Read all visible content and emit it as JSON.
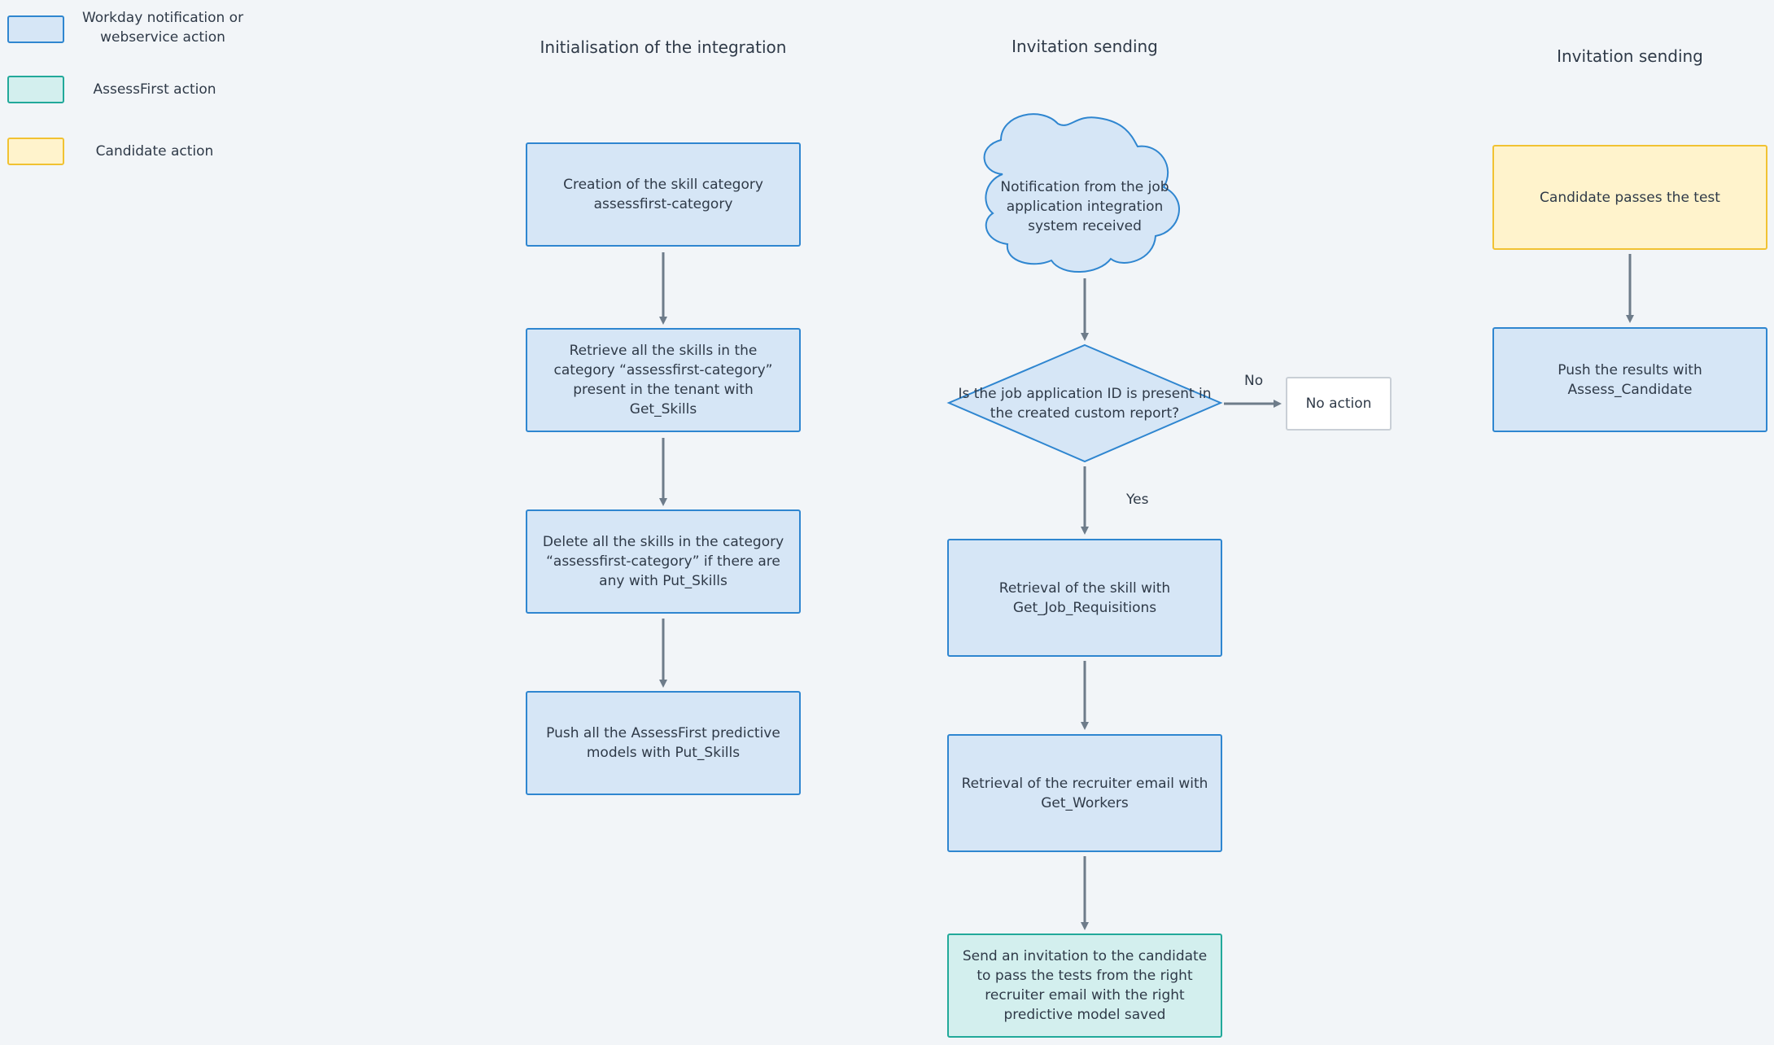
{
  "colors": {
    "workday_fill": "#d6e6f6",
    "workday_border": "#2f86d0",
    "assessfirst_fill": "#d3efee",
    "assessfirst_border": "#22a99a",
    "candidate_fill": "#fff3cc",
    "candidate_border": "#f1c232",
    "arrow": "#6e7c8a",
    "background": "#f2f5f8"
  },
  "legend": {
    "workday": "Workday notification or webservice action",
    "assessfirst": "AssessFirst action",
    "candidate": "Candidate action"
  },
  "columns": {
    "init": {
      "title": "Initialisation of the integration",
      "steps": [
        "Creation of the skill category assessfirst-category",
        "Retrieve all the skills in the category “assessfirst-category” present in the tenant with Get_Skills",
        "Delete all the skills in the category “assessfirst-category” if there are any with Put_Skills",
        "Push all the AssessFirst predictive models with Put_Skills"
      ]
    },
    "invitation": {
      "title": "Invitation sending",
      "notification": "Notification from the job application integration system received",
      "decision": "Is the job application ID is present in the created custom report?",
      "no_label": "No",
      "no_action": "No action",
      "yes_label": "Yes",
      "steps": [
        "Retrieval of the skill with Get_Job_Requisitions",
        "Retrieval of the recruiter email with Get_Workers",
        "Send an invitation to the candidate to pass the tests from the right recruiter email with the right predictive model saved"
      ]
    },
    "results": {
      "title": "Invitation sending",
      "steps": [
        "Candidate passes the test",
        "Push the results with Assess_Candidate"
      ]
    }
  }
}
